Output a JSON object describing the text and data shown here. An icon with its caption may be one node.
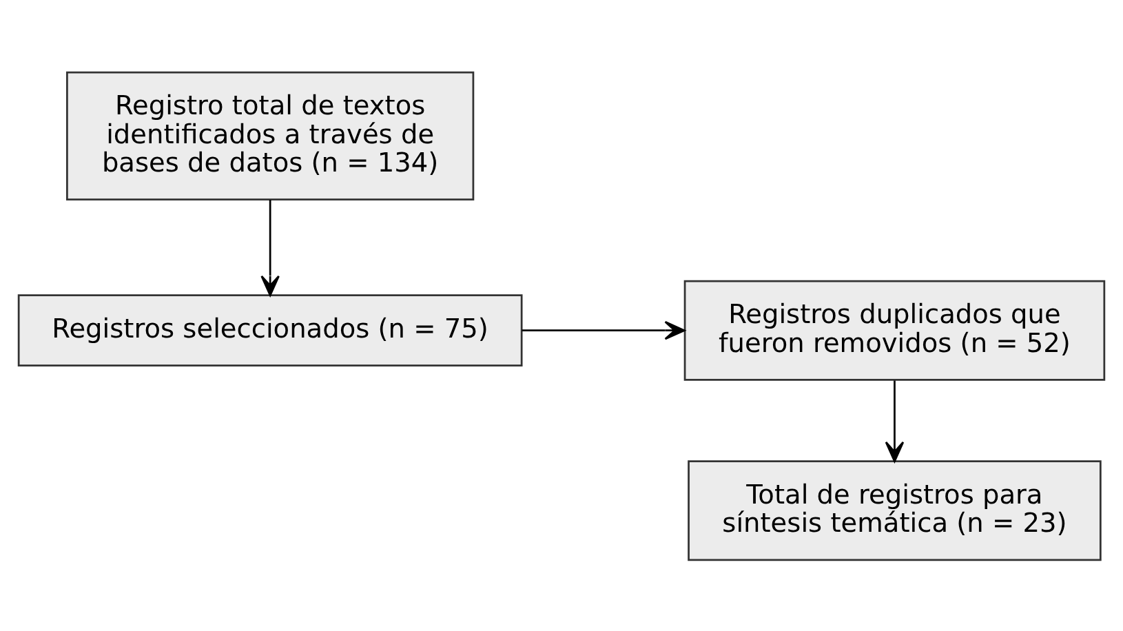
{
  "diagram": {
    "nodes": [
      {
        "text": [
          "Registro total de textos identificados a través de bases de datos (n = 134)"
        ]
      },
      {
        "text": [
          "Registros seleccionados (n = 75)"
        ]
      },
      {
        "text": [
          "Registros duplicados que fueron removidos (n = 52)"
        ]
      },
      {
        "text": [
          "Total de registros para síntesis temática (n = 23)"
        ]
      }
    ],
    "edges": [
      {
        "from": 0,
        "to": 1,
        "arrow": "to"
      },
      {
        "from": 1,
        "to": 2,
        "arrow": "to"
      },
      {
        "from": 2,
        "to": 3,
        "arrow": "to"
      }
    ]
  }
}
